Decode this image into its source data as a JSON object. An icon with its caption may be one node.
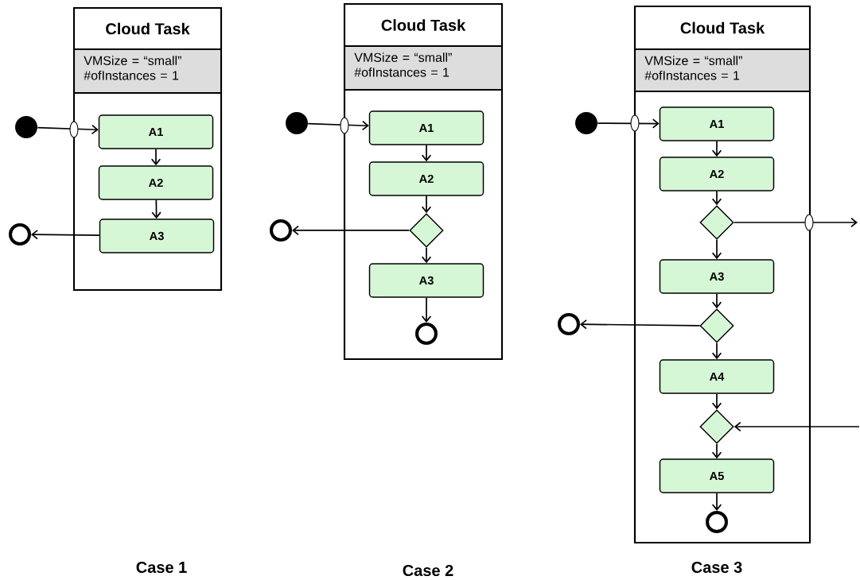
{
  "diagram": {
    "nodes": [
      {
        "text": [
          "Cloud Task",
          "VMSize = “small” #ofInstances = 1"
        ]
      },
      {
        "text": [],
        "shape": "circle"
      },
      {
        "text": [
          "A1"
        ],
        "in": 0
      },
      {
        "text": [
          "A2"
        ],
        "in": 0
      },
      {
        "text": [
          "A3"
        ],
        "in": 0
      },
      {
        "text": [],
        "shape": "ring"
      },
      {
        "text": [
          "Cloud Task",
          "VMSize = “small” #ofInstances = 1"
        ]
      },
      {
        "text": [],
        "shape": "circle"
      },
      {
        "text": [
          "A1"
        ],
        "in": 6
      },
      {
        "text": [
          "A2"
        ],
        "in": 6
      },
      {
        "text": [],
        "shape": "diamond",
        "in": 6
      },
      {
        "text": [],
        "shape": "ring"
      },
      {
        "text": [
          "A3"
        ],
        "in": 6
      },
      {
        "text": [],
        "shape": "ring",
        "in": 6
      },
      {
        "text": [
          "Cloud Task",
          "VMSize = “small” #ofInstances = 1"
        ]
      },
      {
        "text": [],
        "shape": "circle"
      },
      {
        "text": [
          "A1"
        ],
        "in": 14
      },
      {
        "text": [
          "A2"
        ],
        "in": 14
      },
      {
        "text": [],
        "shape": "diamond",
        "in": 14
      },
      {
        "text": [
          "A3"
        ],
        "in": 14
      },
      {
        "text": [],
        "shape": "diamond",
        "in": 14
      },
      {
        "text": [],
        "shape": "ring"
      },
      {
        "text": [
          "A4"
        ],
        "in": 14
      },
      {
        "text": [],
        "shape": "diamond",
        "in": 14
      },
      {
        "text": [
          "A5"
        ],
        "in": 14
      },
      {
        "text": [],
        "shape": "ring",
        "in": 14
      }
    ],
    "edges": [
      {
        "from": 1,
        "to": 2,
        "arrow": "to"
      },
      {
        "from": 2,
        "to": 3,
        "arrow": "to"
      },
      {
        "from": 3,
        "to": 4,
        "arrow": "to"
      },
      {
        "from": 4,
        "to": 5,
        "arrow": "to"
      },
      {
        "from": 7,
        "to": 8,
        "arrow": "to"
      },
      {
        "from": 8,
        "to": 9,
        "arrow": "to"
      },
      {
        "from": 9,
        "to": 10,
        "arrow": "to"
      },
      {
        "from": 10,
        "to": 11,
        "arrow": "to"
      },
      {
        "from": 10,
        "to": 12,
        "arrow": "to"
      },
      {
        "from": 12,
        "to": 13,
        "arrow": "to"
      },
      {
        "from": 15,
        "to": 16,
        "arrow": "to"
      },
      {
        "from": 16,
        "to": 17,
        "arrow": "to"
      },
      {
        "from": 17,
        "to": 18,
        "arrow": "to"
      },
      {
        "from": 18,
        "to": null,
        "arrow": "to"
      },
      {
        "from": 18,
        "to": 19,
        "arrow": "to"
      },
      {
        "from": 19,
        "to": 20,
        "arrow": "to"
      },
      {
        "from": 20,
        "to": 21,
        "arrow": "to"
      },
      {
        "from": 20,
        "to": 22,
        "arrow": "to"
      },
      {
        "from": 22,
        "to": 23,
        "arrow": "to"
      },
      {
        "from": null,
        "to": 23,
        "arrow": "to"
      },
      {
        "from": 23,
        "to": 24,
        "arrow": "to"
      },
      {
        "from": 24,
        "to": 25,
        "arrow": "to"
      }
    ],
    "labels": [
      "Case 1",
      "Case 2",
      "Case 3"
    ]
  }
}
